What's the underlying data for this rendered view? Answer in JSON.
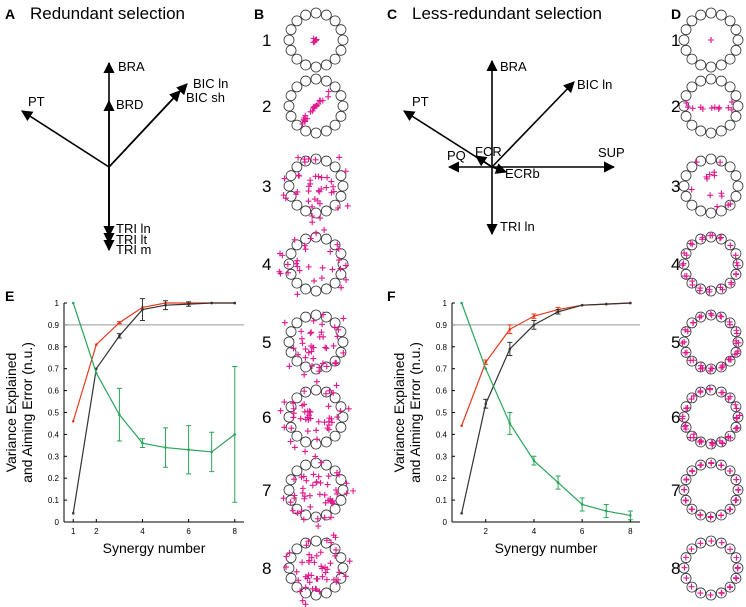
{
  "panels": {
    "A": {
      "letter": "A",
      "title": "Redundant selection",
      "muscles": [
        "BRA",
        "BRD",
        "BIC ln",
        "BIC sh",
        "PT",
        "TRI ln",
        "TRI lt",
        "TRI m"
      ]
    },
    "B": {
      "letter": "B",
      "rows": [
        "1",
        "2",
        "3",
        "4",
        "5",
        "6",
        "7",
        "8"
      ]
    },
    "C": {
      "letter": "C",
      "title": "Less-redundant selection",
      "muscles": [
        "BRA",
        "BIC ln",
        "PT",
        "FCR",
        "PQ",
        "ECRb",
        "SUP",
        "TRI ln"
      ]
    },
    "D": {
      "letter": "D",
      "rows": [
        "1",
        "2",
        "3",
        "4",
        "5",
        "6",
        "7",
        "8"
      ]
    },
    "E": {
      "letter": "E"
    },
    "F": {
      "letter": "F"
    }
  },
  "colors": {
    "red": "#e8391e",
    "black": "#333333",
    "green": "#2aa65a",
    "magenta": "#e0198c",
    "threshold": "#999999"
  },
  "chart_data": [
    {
      "type": "line",
      "panel": "E",
      "xlabel": "Synergy number",
      "ylabel": "Variance Explained and Aiming Error (n.u.)",
      "ylabel_lines": [
        "Variance Explained",
        "and Aiming Error (n.u.)"
      ],
      "x": [
        1,
        2,
        3,
        4,
        5,
        6,
        7,
        8
      ],
      "xticks": [
        "1",
        "2",
        "4",
        "6",
        "8"
      ],
      "xtick_values": [
        1,
        2,
        4,
        6,
        8
      ],
      "yticks": [
        "0",
        "0.1",
        "0.2",
        "0.3",
        "0.4",
        "0.5",
        "0.6",
        "0.7",
        "0.8",
        "0.9",
        "1"
      ],
      "ylim": [
        0,
        1
      ],
      "xlim": [
        0.6,
        8.4
      ],
      "threshold": 0.9,
      "series": [
        {
          "color": "red",
          "values": [
            0.46,
            0.81,
            0.91,
            0.98,
            1.0,
            1.0,
            1.0,
            1.0
          ],
          "err": [
            0,
            0,
            0.005,
            0,
            0,
            0,
            0,
            0
          ]
        },
        {
          "color": "black",
          "values": [
            0.04,
            0.7,
            0.85,
            0.97,
            0.99,
            0.995,
            1.0,
            1.0
          ],
          "err": [
            0,
            0,
            0.01,
            0.05,
            0.02,
            0.01,
            0,
            0
          ]
        },
        {
          "color": "green",
          "values": [
            1.0,
            0.68,
            0.49,
            0.36,
            0.34,
            0.33,
            0.32,
            0.4
          ],
          "err": [
            0,
            0,
            0.12,
            0.02,
            0.09,
            0.11,
            0.09,
            0.31
          ]
        }
      ]
    },
    {
      "type": "line",
      "panel": "F",
      "xlabel": "Synergy number",
      "ylabel": "Variance Explained and Aiming Error (n.u.)",
      "ylabel_lines": [
        "Variance Explained",
        "and Aiming Error (n.u.)"
      ],
      "x": [
        1,
        2,
        3,
        4,
        5,
        6,
        7,
        8
      ],
      "xticks": [
        "2",
        "4",
        "6",
        "8"
      ],
      "xtick_values": [
        2,
        4,
        6,
        8
      ],
      "yticks": [
        "0",
        "0.1",
        "0.2",
        "0.3",
        "0.4",
        "0.5",
        "0.6",
        "0.7",
        "0.8",
        "0.9",
        "1"
      ],
      "ylim": [
        0,
        1
      ],
      "xlim": [
        0.6,
        8.4
      ],
      "threshold": 0.9,
      "series": [
        {
          "color": "red",
          "values": [
            0.44,
            0.73,
            0.88,
            0.94,
            0.97,
            0.99,
            0.995,
            1.0
          ],
          "err": [
            0,
            0.01,
            0.02,
            0.01,
            0.01,
            0,
            0,
            0
          ]
        },
        {
          "color": "black",
          "values": [
            0.04,
            0.54,
            0.79,
            0.9,
            0.96,
            0.99,
            0.995,
            1.0
          ],
          "err": [
            0,
            0.02,
            0.03,
            0.02,
            0.01,
            0,
            0,
            0
          ]
        },
        {
          "color": "green",
          "values": [
            1.0,
            0.7,
            0.45,
            0.28,
            0.18,
            0.08,
            0.05,
            0.03
          ],
          "err": [
            0,
            0,
            0.05,
            0.02,
            0.03,
            0.03,
            0.03,
            0.02
          ]
        }
      ]
    }
  ]
}
